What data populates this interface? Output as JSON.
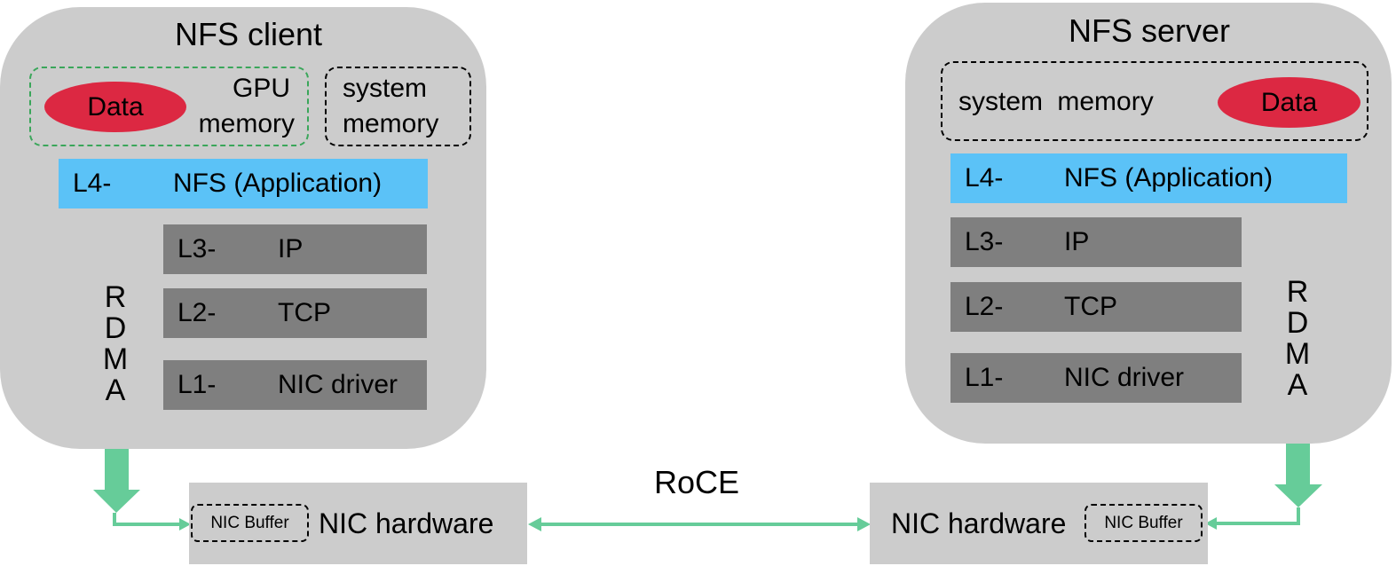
{
  "client": {
    "title": "NFS client",
    "gpu_memory": {
      "line1": "GPU",
      "line2": "memory"
    },
    "system_memory": {
      "line1": "system",
      "line2": "memory"
    },
    "data_label": "Data",
    "layers": [
      {
        "level": "L4-",
        "name": "NFS (Application)"
      },
      {
        "level": "L3-",
        "name": "IP"
      },
      {
        "level": "L2-",
        "name": "TCP"
      },
      {
        "level": "L1-",
        "name": "NIC driver"
      }
    ],
    "rdma_letters": [
      "R",
      "D",
      "M",
      "A"
    ],
    "nic_buffer": "NIC Buffer",
    "nic_hardware": "NIC hardware"
  },
  "server": {
    "title": "NFS server",
    "system_memory": {
      "line1": "system",
      "line2": "memory"
    },
    "data_label": "Data",
    "layers": [
      {
        "level": "L4-",
        "name": "NFS (Application)"
      },
      {
        "level": "L3-",
        "name": "IP"
      },
      {
        "level": "L2-",
        "name": "TCP"
      },
      {
        "level": "L1-",
        "name": "NIC driver"
      }
    ],
    "rdma_letters": [
      "R",
      "D",
      "M",
      "A"
    ],
    "nic_buffer": "NIC Buffer",
    "nic_hardware": "NIC hardware"
  },
  "link": {
    "label": "RoCE"
  },
  "colors": {
    "host_bg": "#cccccc",
    "application_layer": "#5bc2f7",
    "network_layer": "#7f7f7f",
    "data_ellipse": "#dc2842",
    "rdma_arrow": "#66cc99",
    "gpu_memory_border": "#3aa65a"
  }
}
